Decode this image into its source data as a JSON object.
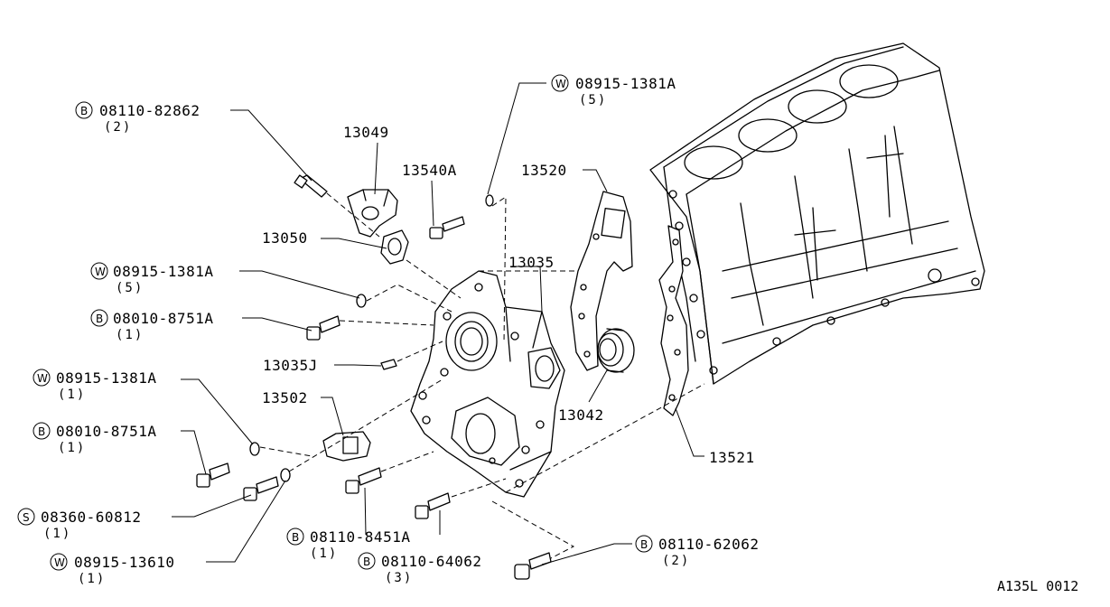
{
  "diagram_ref": "A135L 0012",
  "badges": {
    "B": "B",
    "W": "W",
    "S": "S"
  },
  "callouts": {
    "c13049": "13049",
    "c13540A": "13540A",
    "c13520": "13520",
    "c13050": "13050",
    "c13035": "13035",
    "c13035J": "13035J",
    "c13502": "13502",
    "c13042": "13042",
    "c13521": "13521"
  },
  "parts": {
    "p_08110_82862": {
      "code": "08110-82862",
      "qty": "(2)"
    },
    "p_08915_1381A_top": {
      "code": "08915-1381A",
      "qty": "(5)"
    },
    "p_08915_1381A_mid": {
      "code": "08915-1381A",
      "qty": "(5)"
    },
    "p_08010_8751A_mid": {
      "code": "08010-8751A",
      "qty": "(1)"
    },
    "p_08915_1381A_low": {
      "code": "08915-1381A",
      "qty": "(1)"
    },
    "p_08010_8751A_low": {
      "code": "08010-8751A",
      "qty": "(1)"
    },
    "p_08360_60812": {
      "code": "08360-60812",
      "qty": "(1)"
    },
    "p_08915_13610": {
      "code": "08915-13610",
      "qty": "(1)"
    },
    "p_08110_8451A": {
      "code": "08110-8451A",
      "qty": "(1)"
    },
    "p_08110_64062": {
      "code": "08110-64062",
      "qty": "(3)"
    },
    "p_08110_62062": {
      "code": "08110-62062",
      "qty": "(2)"
    }
  }
}
